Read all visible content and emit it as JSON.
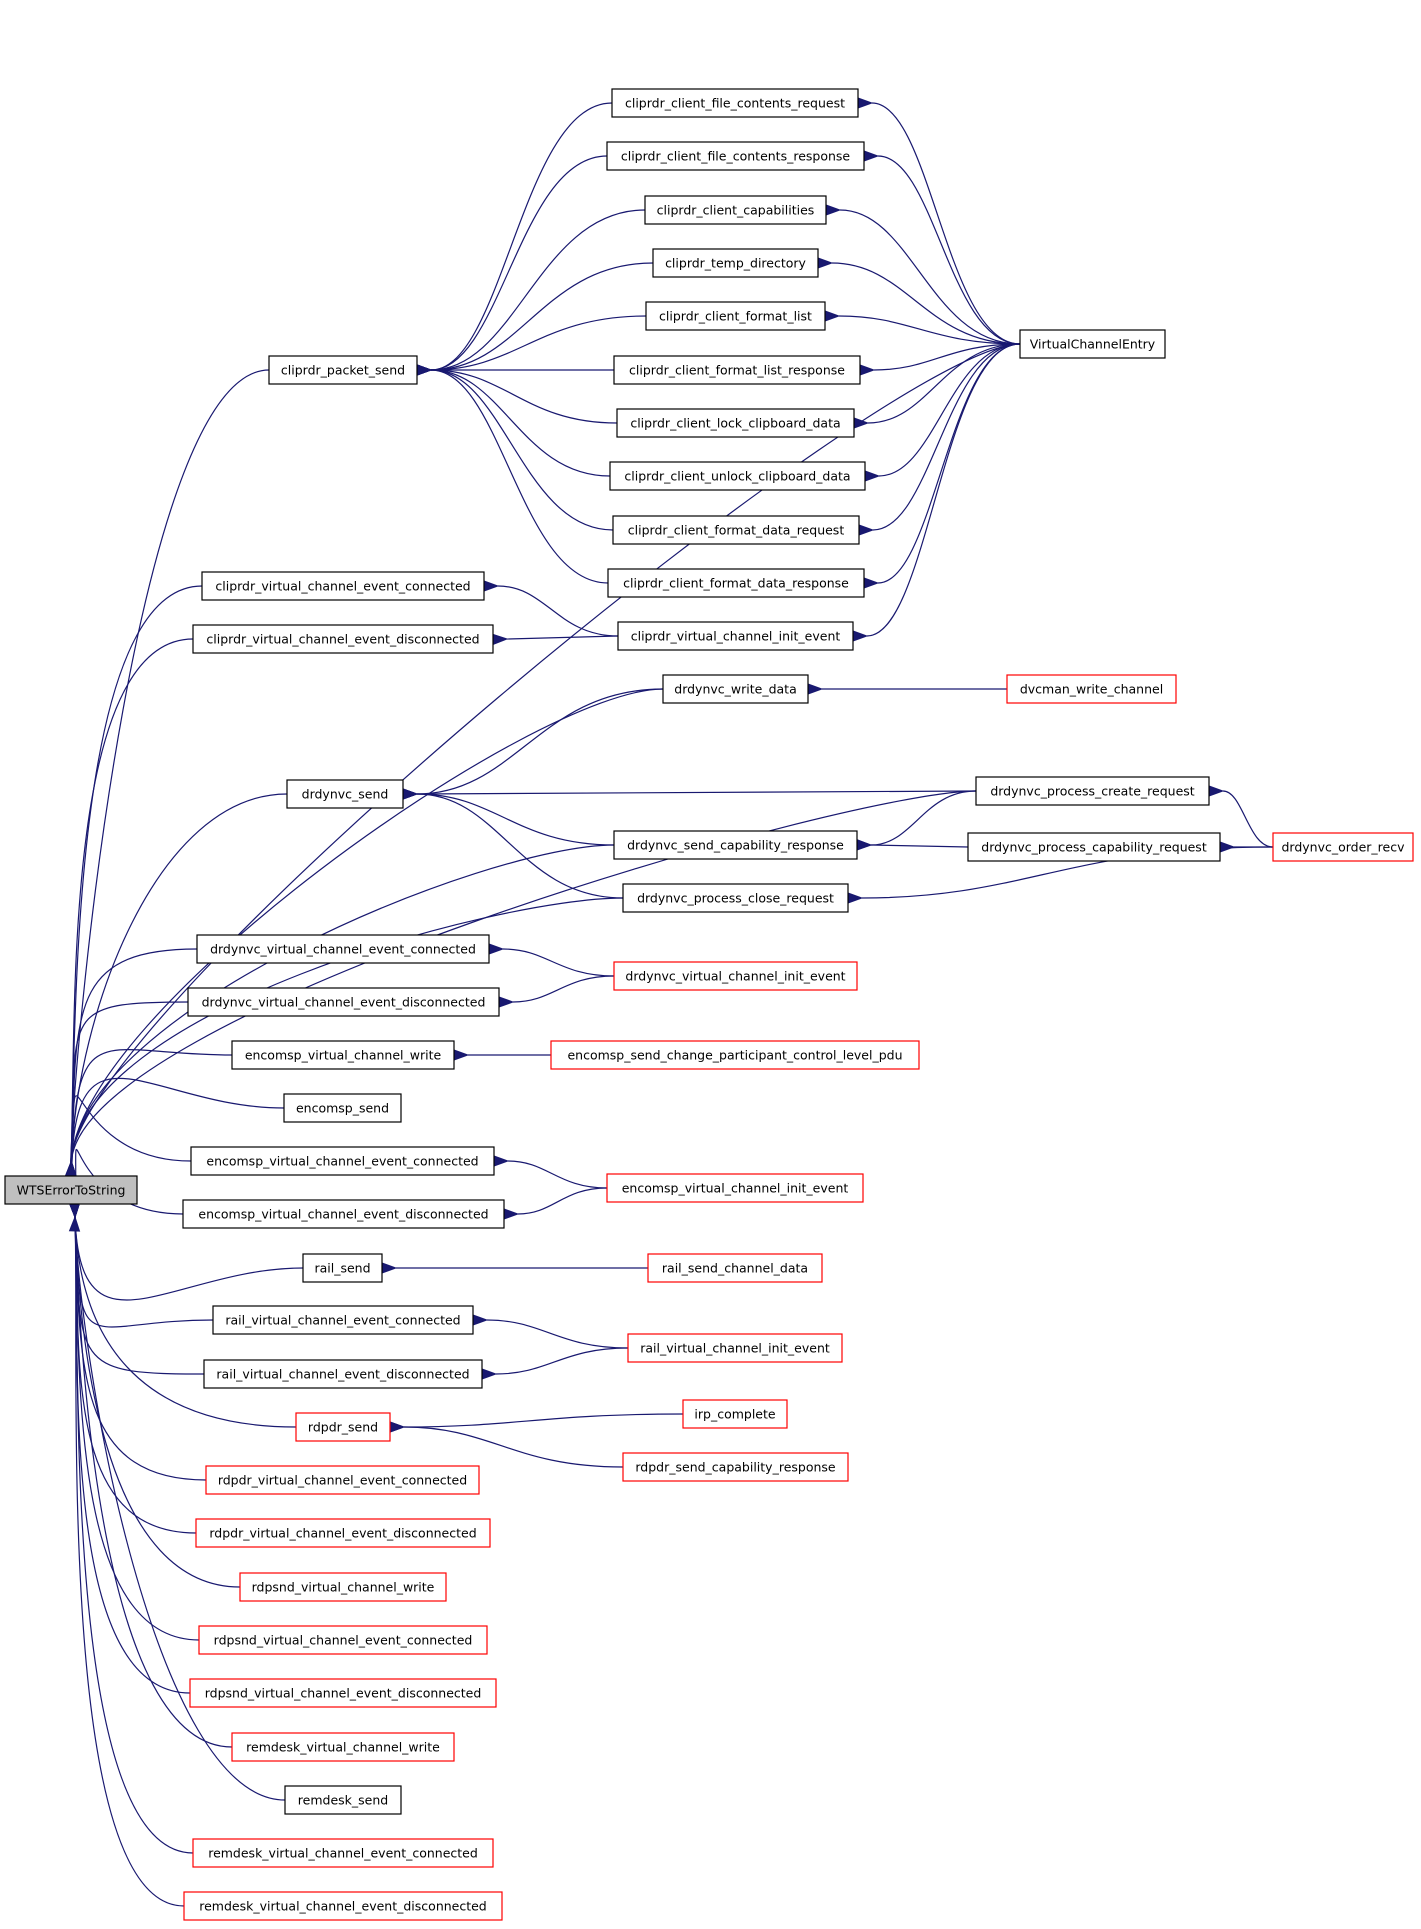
{
  "colors": {
    "edge": "#191970",
    "node_border": "#000000",
    "truncated_border": "#ff0000",
    "root_fill": "#bfbfbf"
  },
  "nodes": [
    {
      "id": "root",
      "label": "WTSErrorToString",
      "style": "root"
    },
    {
      "id": "cpsend",
      "label": "cliprdr_packet_send",
      "style": "black"
    },
    {
      "id": "fcreq",
      "label": "cliprdr_client_file_contents_request",
      "style": "black"
    },
    {
      "id": "fcresp",
      "label": "cliprdr_client_file_contents_response",
      "style": "black"
    },
    {
      "id": "caps",
      "label": "cliprdr_client_capabilities",
      "style": "black"
    },
    {
      "id": "tmpdir",
      "label": "cliprdr_temp_directory",
      "style": "black"
    },
    {
      "id": "fmtlist",
      "label": "cliprdr_client_format_list",
      "style": "black"
    },
    {
      "id": "fmtlistr",
      "label": "cliprdr_client_format_list_response",
      "style": "black"
    },
    {
      "id": "lockcb",
      "label": "cliprdr_client_lock_clipboard_data",
      "style": "black"
    },
    {
      "id": "unlockcb",
      "label": "cliprdr_client_unlock_clipboard_data",
      "style": "black"
    },
    {
      "id": "fdreq",
      "label": "cliprdr_client_format_data_request",
      "style": "black"
    },
    {
      "id": "fdresp",
      "label": "cliprdr_client_format_data_response",
      "style": "black"
    },
    {
      "id": "vce",
      "label": "VirtualChannelEntry",
      "style": "black"
    },
    {
      "id": "cvcconn",
      "label": "cliprdr_virtual_channel_event_connected",
      "style": "black"
    },
    {
      "id": "cvcdisc",
      "label": "cliprdr_virtual_channel_event_disconnected",
      "style": "black"
    },
    {
      "id": "cvcinit",
      "label": "cliprdr_virtual_channel_init_event",
      "style": "black"
    },
    {
      "id": "dwrite",
      "label": "drdynvc_write_data",
      "style": "black"
    },
    {
      "id": "dvcman",
      "label": "dvcman_write_channel",
      "style": "red"
    },
    {
      "id": "dsend",
      "label": "drdynvc_send",
      "style": "black"
    },
    {
      "id": "dpcreate",
      "label": "drdynvc_process_create_request",
      "style": "black"
    },
    {
      "id": "dcapresp",
      "label": "drdynvc_send_capability_response",
      "style": "black"
    },
    {
      "id": "dpcapreq",
      "label": "drdynvc_process_capability_request",
      "style": "black"
    },
    {
      "id": "dorder",
      "label": "drdynvc_order_recv",
      "style": "red"
    },
    {
      "id": "dpclose",
      "label": "drdynvc_process_close_request",
      "style": "black"
    },
    {
      "id": "dvcconn",
      "label": "drdynvc_virtual_channel_event_connected",
      "style": "black"
    },
    {
      "id": "dvcinit",
      "label": "drdynvc_virtual_channel_init_event",
      "style": "red"
    },
    {
      "id": "dvcdisc",
      "label": "drdynvc_virtual_channel_event_disconnected",
      "style": "black"
    },
    {
      "id": "evcwrite",
      "label": "encomsp_virtual_channel_write",
      "style": "black"
    },
    {
      "id": "echange",
      "label": "encomsp_send_change_participant_control_level_pdu",
      "style": "red"
    },
    {
      "id": "esend",
      "label": "encomsp_send",
      "style": "black"
    },
    {
      "id": "evcconn",
      "label": "encomsp_virtual_channel_event_connected",
      "style": "black"
    },
    {
      "id": "evcinit",
      "label": "encomsp_virtual_channel_init_event",
      "style": "red"
    },
    {
      "id": "evcdisc",
      "label": "encomsp_virtual_channel_event_disconnected",
      "style": "black"
    },
    {
      "id": "rsend",
      "label": "rail_send",
      "style": "black"
    },
    {
      "id": "rsendcd",
      "label": "rail_send_channel_data",
      "style": "red"
    },
    {
      "id": "rvcconn",
      "label": "rail_virtual_channel_event_connected",
      "style": "black"
    },
    {
      "id": "rvcinit",
      "label": "rail_virtual_channel_init_event",
      "style": "red"
    },
    {
      "id": "rvcdisc",
      "label": "rail_virtual_channel_event_disconnected",
      "style": "black"
    },
    {
      "id": "rdsend",
      "label": "rdpdr_send",
      "style": "red"
    },
    {
      "id": "irp",
      "label": "irp_complete",
      "style": "red"
    },
    {
      "id": "rdcapresp",
      "label": "rdpdr_send_capability_response",
      "style": "red"
    },
    {
      "id": "rdvcconn",
      "label": "rdpdr_virtual_channel_event_connected",
      "style": "red"
    },
    {
      "id": "rdvcdisc",
      "label": "rdpdr_virtual_channel_event_disconnected",
      "style": "red"
    },
    {
      "id": "sndwrite",
      "label": "rdpsnd_virtual_channel_write",
      "style": "red"
    },
    {
      "id": "sndconn",
      "label": "rdpsnd_virtual_channel_event_connected",
      "style": "red"
    },
    {
      "id": "snddisc",
      "label": "rdpsnd_virtual_channel_event_disconnected",
      "style": "red"
    },
    {
      "id": "remwrite",
      "label": "remdesk_virtual_channel_write",
      "style": "red"
    },
    {
      "id": "remsend",
      "label": "remdesk_send",
      "style": "black"
    },
    {
      "id": "remconn",
      "label": "remdesk_virtual_channel_event_connected",
      "style": "red"
    },
    {
      "id": "remdisc",
      "label": "remdesk_virtual_channel_event_disconnected",
      "style": "red"
    }
  ],
  "edges": [
    [
      "fcreq",
      "cpsend"
    ],
    [
      "fcresp",
      "cpsend"
    ],
    [
      "caps",
      "cpsend"
    ],
    [
      "tmpdir",
      "cpsend"
    ],
    [
      "fmtlist",
      "cpsend"
    ],
    [
      "fmtlistr",
      "cpsend"
    ],
    [
      "lockcb",
      "cpsend"
    ],
    [
      "unlockcb",
      "cpsend"
    ],
    [
      "fdreq",
      "cpsend"
    ],
    [
      "fdresp",
      "cpsend"
    ],
    [
      "vce",
      "fcreq"
    ],
    [
      "vce",
      "fcresp"
    ],
    [
      "vce",
      "caps"
    ],
    [
      "vce",
      "tmpdir"
    ],
    [
      "vce",
      "fmtlist"
    ],
    [
      "vce",
      "fmtlistr"
    ],
    [
      "vce",
      "lockcb"
    ],
    [
      "vce",
      "unlockcb"
    ],
    [
      "vce",
      "fdreq"
    ],
    [
      "vce",
      "fdresp"
    ],
    [
      "vce",
      "cvcinit"
    ],
    [
      "cvcinit",
      "cvcconn"
    ],
    [
      "cvcinit",
      "cvcdisc"
    ],
    [
      "dvcman",
      "dwrite"
    ],
    [
      "dwrite",
      "dsend"
    ],
    [
      "dpcreate",
      "dsend"
    ],
    [
      "dcapresp",
      "dsend"
    ],
    [
      "dpclose",
      "dsend"
    ],
    [
      "dpcreate",
      "dcapresp"
    ],
    [
      "dpcapreq",
      "dcapresp"
    ],
    [
      "dorder",
      "dpcreate"
    ],
    [
      "dorder",
      "dpcapreq"
    ],
    [
      "dorder",
      "dpclose"
    ],
    [
      "dvcinit",
      "dvcconn"
    ],
    [
      "dvcinit",
      "dvcdisc"
    ],
    [
      "echange",
      "evcwrite"
    ],
    [
      "evcinit",
      "evcconn"
    ],
    [
      "evcinit",
      "evcdisc"
    ],
    [
      "rsendcd",
      "rsend"
    ],
    [
      "rvcinit",
      "rvcconn"
    ],
    [
      "rvcinit",
      "rvcdisc"
    ],
    [
      "irp",
      "rdsend"
    ],
    [
      "rdcapresp",
      "rdsend"
    ],
    [
      "vce",
      "root"
    ],
    [
      "cpsend",
      "root"
    ],
    [
      "cvcconn",
      "root"
    ],
    [
      "cvcdisc",
      "root"
    ],
    [
      "dwrite",
      "root"
    ],
    [
      "dpcreate",
      "root"
    ],
    [
      "dsend",
      "root"
    ],
    [
      "dcapresp",
      "root"
    ],
    [
      "dpclose",
      "root"
    ],
    [
      "dvcconn",
      "root"
    ],
    [
      "dvcdisc",
      "root"
    ],
    [
      "evcwrite",
      "root"
    ],
    [
      "esend",
      "root"
    ],
    [
      "evcconn",
      "root"
    ],
    [
      "evcdisc",
      "root"
    ],
    [
      "rsend",
      "root"
    ],
    [
      "rvcconn",
      "root"
    ],
    [
      "rvcdisc",
      "root"
    ],
    [
      "rdsend",
      "root"
    ],
    [
      "rdvcconn",
      "root"
    ],
    [
      "rdvcdisc",
      "root"
    ],
    [
      "sndwrite",
      "root"
    ],
    [
      "sndconn",
      "root"
    ],
    [
      "snddisc",
      "root"
    ],
    [
      "remwrite",
      "root"
    ],
    [
      "remsend",
      "root"
    ],
    [
      "remconn",
      "root"
    ],
    [
      "remdisc",
      "root"
    ]
  ]
}
